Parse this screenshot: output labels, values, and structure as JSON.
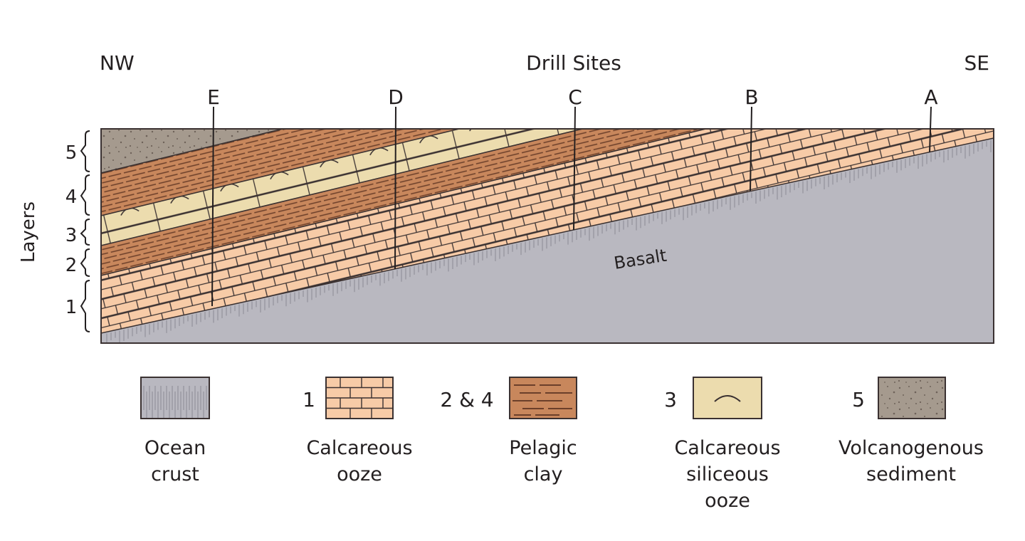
{
  "header": {
    "left": "NW",
    "center": "Drill Sites",
    "right": "SE"
  },
  "sites": [
    "E",
    "D",
    "C",
    "B",
    "A"
  ],
  "axis_label": "Layers",
  "layer_numbers": [
    "5",
    "4",
    "3",
    "2",
    "1"
  ],
  "basalt_label": "Basalt",
  "legend": [
    {
      "number": "",
      "pattern": "ocean-crust",
      "lines": [
        "Ocean",
        "crust"
      ]
    },
    {
      "number": "1",
      "pattern": "calcareous-ooze",
      "lines": [
        "Calcareous",
        "ooze"
      ]
    },
    {
      "number": "2 & 4",
      "pattern": "pelagic-clay",
      "lines": [
        "Pelagic",
        "clay"
      ]
    },
    {
      "number": "3",
      "pattern": "calcareous-siliceous-ooze",
      "lines": [
        "Calcareous",
        "siliceous",
        "ooze"
      ]
    },
    {
      "number": "5",
      "pattern": "volcanogenous-sediment",
      "lines": [
        "Volcanogenous",
        "sediment"
      ]
    }
  ],
  "colors": {
    "basalt": "#b9b8c0",
    "calcareous_ooze": "#f7cba7",
    "pelagic_clay": "#c8875c",
    "siliceous_ooze": "#ecdcae",
    "volcanogenous": "#a59a8e",
    "outline": "#3a3131"
  }
}
